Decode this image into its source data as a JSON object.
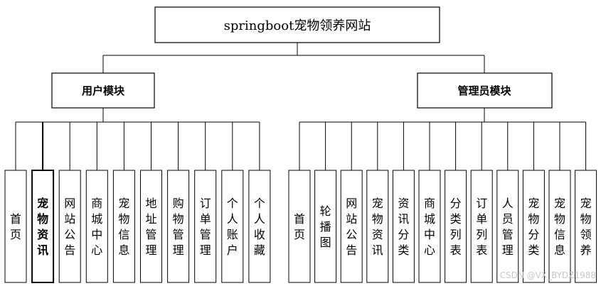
{
  "root": {
    "title": "springboot宠物领养网站"
  },
  "modules": [
    {
      "title": "用户模块",
      "items": [
        "首页",
        "宠物资讯",
        "网站公告",
        "商城中心",
        "宠物信息",
        "地址管理",
        "购物管理",
        "订单管理",
        "个人账户",
        "个人收藏"
      ]
    },
    {
      "title": "管理员模块",
      "items": [
        "首页",
        "轮播图",
        "网站公告",
        "宠物资讯",
        "资讯分类",
        "商城中心",
        "分类列表",
        "订单列表",
        "人员管理",
        "宠物分类",
        "宠物信息",
        "宠物领养"
      ]
    }
  ],
  "watermark": "CSDN @VX_BYDZ1988"
}
